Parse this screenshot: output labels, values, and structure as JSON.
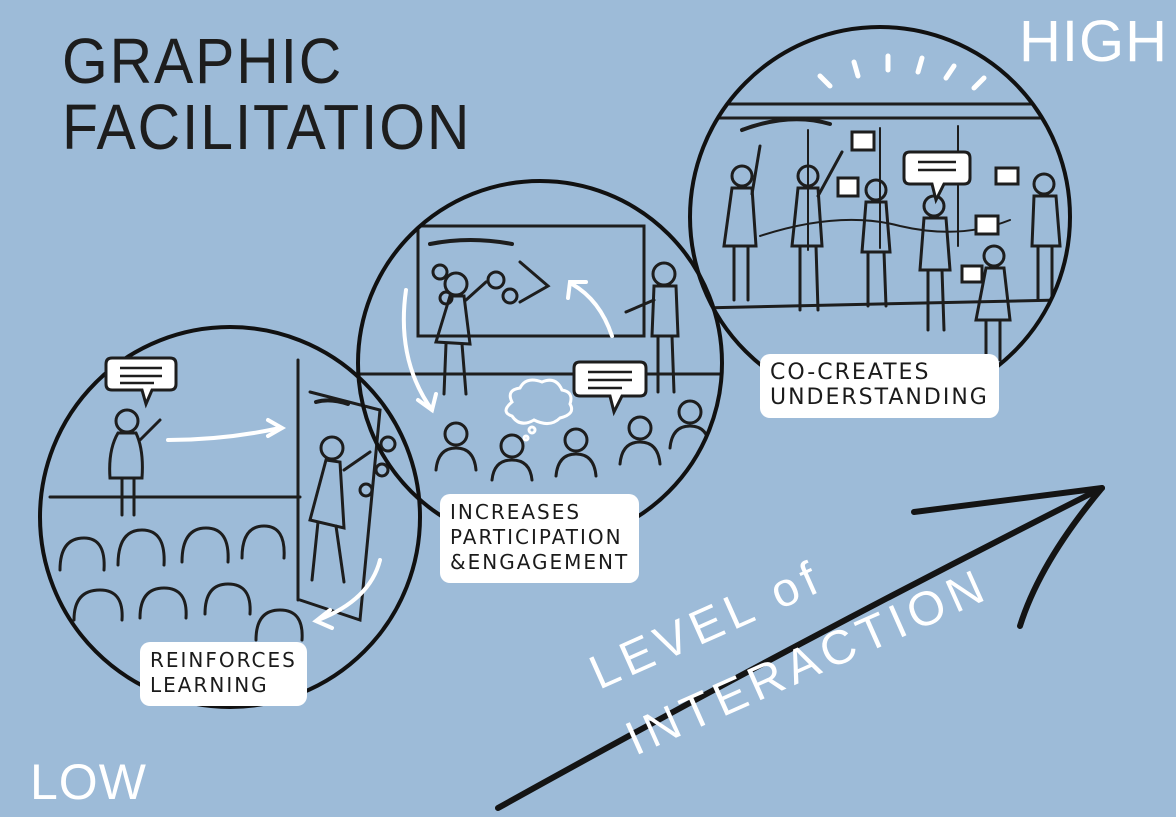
{
  "title": {
    "line1": "GRAPHIC",
    "line2": "FACILITATION"
  },
  "scale": {
    "high": "HIGH",
    "low": "LOW"
  },
  "stages": [
    {
      "line1": "REINFORCES",
      "line2": "LEARNING"
    },
    {
      "line1": "INCREASES",
      "line2": "PARTICIPATION",
      "line3": "&ENGAGEMENT"
    },
    {
      "line1": "CO-CREATES",
      "line2": "UNDERSTANDING"
    }
  ],
  "axis": {
    "line1": "LEVEL of",
    "line2": "INTERACTION"
  },
  "colors": {
    "background": "#9dbbd8",
    "ink": "#1d1d1d",
    "chalk": "#ffffff"
  }
}
